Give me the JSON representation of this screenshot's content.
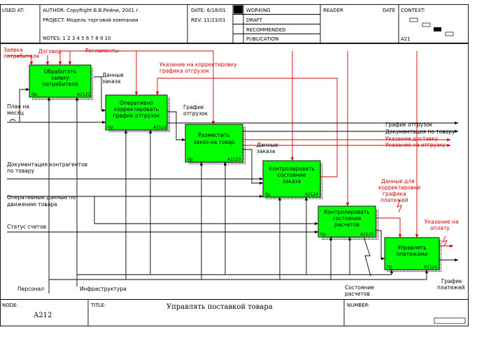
{
  "header": {
    "used_at": "USED AT:",
    "author": "AUTHOR: CopyRight Б.В.Рейни, 2001 г.",
    "project": "PROJECT:  Модель торговой компании",
    "notes": "NOTES: 1 2 3 4 5 6 7 8 9 10",
    "date_label": "DATE:  6/18/01",
    "rev_label": "REV:    11/23/01",
    "working": "WORKING",
    "draft": "DRAFT",
    "recommended": "RECOMMENDED",
    "publication": "PUBLICATION",
    "reader": "READER",
    "date_col": "DATE",
    "context": "CONTEXT:",
    "context_node": "A21"
  },
  "footer": {
    "node_label": "NODE:",
    "node_value": "A212",
    "title_label": "TITLE:",
    "title_value": "Управлять  поставкой  товара",
    "number_label": "NUMBER:"
  },
  "boxes": [
    {
      "name": "Обработать заявку потребителя",
      "lines": [
        "Обработать",
        "заявку",
        "потребителя"
      ],
      "dr": "0р.",
      "node": "A2121"
    },
    {
      "name": "Оперативно корректировать график отгрузок",
      "lines": [
        "Оперативно",
        "корректировать",
        "график отгрузок"
      ],
      "dr": "0р.",
      "node": "A2122"
    },
    {
      "name": "Разместить заказ на товар",
      "lines": [
        "Разместить",
        "заказ на товар"
      ],
      "dr": "0р.",
      "node": "A2123"
    },
    {
      "name": "Контролировать состояние заказа",
      "lines": [
        "Контролировать",
        "состояние",
        "заказа"
      ],
      "dr": "0р.",
      "node": "A2124"
    },
    {
      "name": "Контролировать состояние расчетов",
      "lines": [
        "Контролировать",
        "состояние",
        "расчетов"
      ],
      "dr": "0р.",
      "node": "A2125"
    },
    {
      "name": "Управлять платежами",
      "lines": [
        "Управлять",
        "платежами"
      ],
      "dr": "0р.",
      "node": "A2126"
    }
  ],
  "labels": {
    "zayavka": [
      "Заявка",
      "потребителя"
    ],
    "dogovor": "Договор",
    "reglamenty": "Регламенты",
    "ukazanie_korr": [
      "Указание на корректировку",
      "графика отгрузок"
    ],
    "dannye_zakaza_1": [
      "Данные",
      "заказа"
    ],
    "grafik_otgruzok_1": [
      "График",
      "отгрузок"
    ],
    "plan_na_mesyac": [
      "План на",
      "месяц"
    ],
    "dannye_zakaza_2": [
      "Данные",
      "заказа"
    ],
    "dokumentaciya_kontragentov": [
      "Документация контрагентов",
      "по товару"
    ],
    "operativnye_dannye": [
      "Оперативные данные по",
      "движению товара"
    ],
    "status_schetov": "Статус счетов",
    "personal": "Персонал",
    "infrastruktura": "Инфраструктура",
    "grafik_otgruzok_out": "График отгрузок",
    "dokumentaciya_po_tovaru": "Документация по товару",
    "ukazanie_dostavku": "Указание доставку",
    "ukazanie_na_otgruzku": "Указание на отгрузку",
    "dannye_korr": [
      "Данные для",
      "корректировки",
      "графика",
      "платежей"
    ],
    "ukazanie_na_oplatu": [
      "Указание на",
      "оплату"
    ],
    "sostoyanie_raschetov": [
      "Состояние",
      "расчетов"
    ],
    "grafik_platezhey": [
      "График",
      "платежей"
    ]
  },
  "colors": {
    "box_fill": "#00ff00",
    "red": "#d40000",
    "black": "#000000"
  }
}
